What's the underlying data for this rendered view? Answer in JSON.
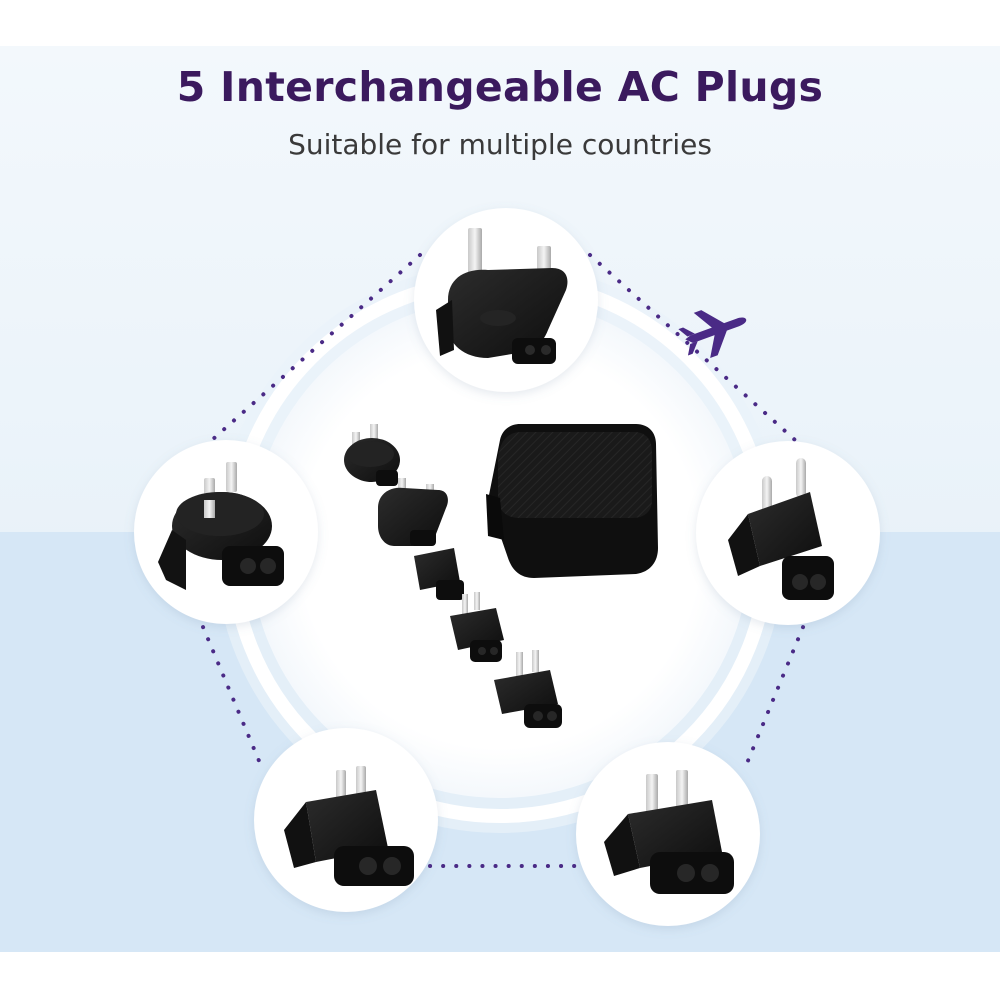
{
  "heading": {
    "title": "5 Interchangeable AC Plugs",
    "subtitle": "Suitable for multiple countries"
  },
  "colors": {
    "accent": "#3b1a5e",
    "plane": "#4a2a86",
    "plug": "#1b1b1b",
    "background_top": "#f3f8fc",
    "background_bottom": "#d6e7f6"
  },
  "icons": [
    "airplane-icon"
  ],
  "plugs": [
    {
      "type": "uk-plug"
    },
    {
      "type": "eu-plug"
    },
    {
      "type": "us-plug"
    },
    {
      "type": "us-plug-flat"
    },
    {
      "type": "au-plug"
    }
  ]
}
